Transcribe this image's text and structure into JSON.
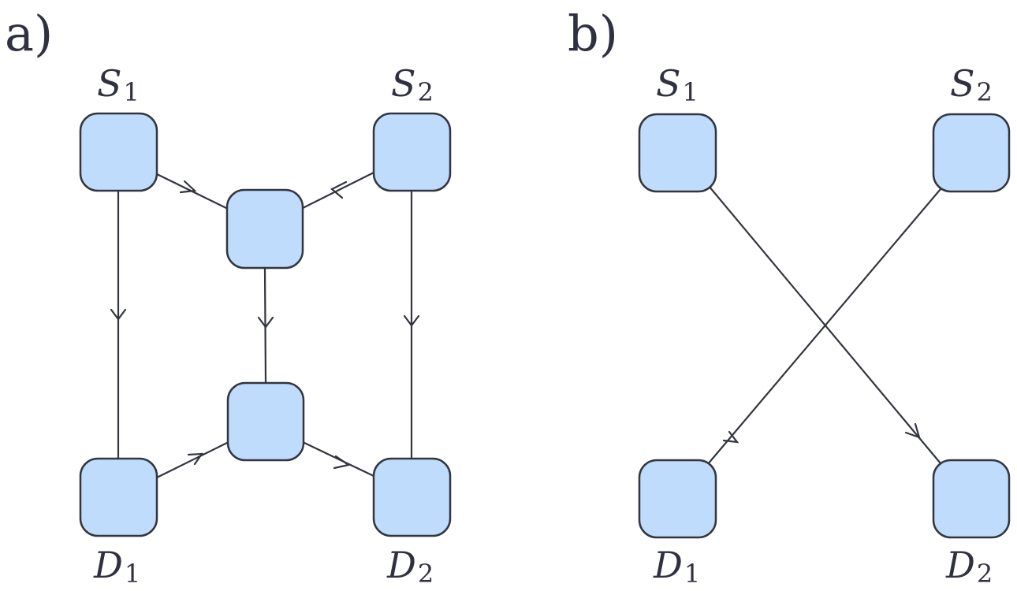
{
  "panels": {
    "a": {
      "label": "a)"
    },
    "b": {
      "label": "b)"
    }
  },
  "nodes": {
    "S1": {
      "letter": "S",
      "subscript": "1"
    },
    "S2": {
      "letter": "S",
      "subscript": "2"
    },
    "D1": {
      "letter": "D",
      "subscript": "1"
    },
    "D2": {
      "letter": "D",
      "subscript": "2"
    }
  },
  "colors": {
    "node_fill": "#bfdcfc",
    "node_stroke": "#33353f",
    "text": "#2f3140"
  }
}
